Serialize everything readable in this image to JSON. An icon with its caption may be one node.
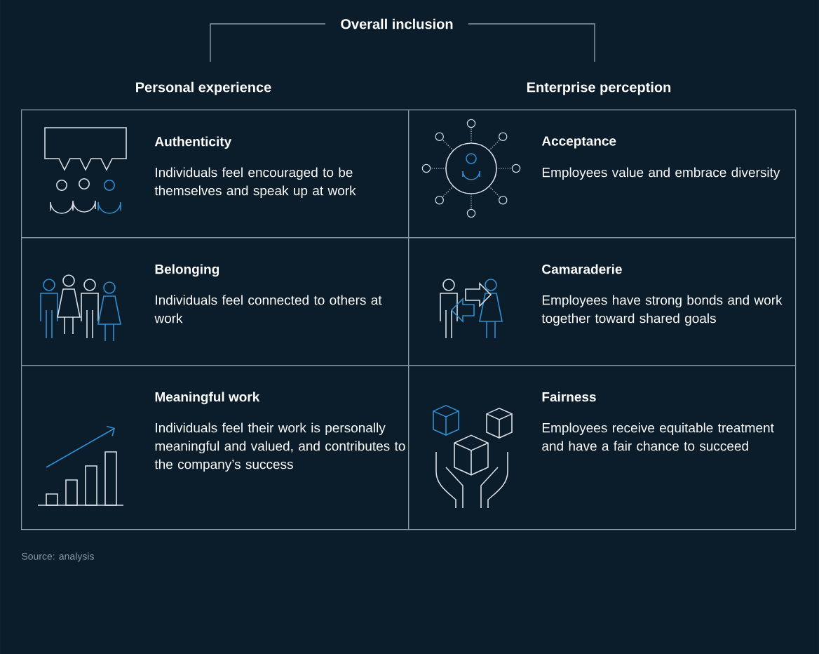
{
  "diagram": {
    "title": "Overall inclusion",
    "nodes": [
      {
        "text": [
          "Authenticity",
          "Individuals feel encouraged to be themselves and speak up at work"
        ]
      },
      {
        "text": [
          "Acceptance",
          "Employees value and embrace diversity"
        ]
      },
      {
        "text": [
          "Belonging",
          "Individuals feel connected to others at work"
        ]
      },
      {
        "text": [
          "Camaraderie",
          "Employees have strong bonds and work together toward shared goals"
        ]
      },
      {
        "text": [
          "Meaningful work",
          "Individuals feel their work is personally meaningful and valued, and contributes to the company’s success"
        ]
      },
      {
        "text": [
          "Fairness",
          "Employees receive equitable treatment and have a fair chance to succeed"
        ]
      }
    ],
    "labels": [
      "Personal experience",
      "Enterprise perception"
    ],
    "caption": "Source: analysis"
  }
}
